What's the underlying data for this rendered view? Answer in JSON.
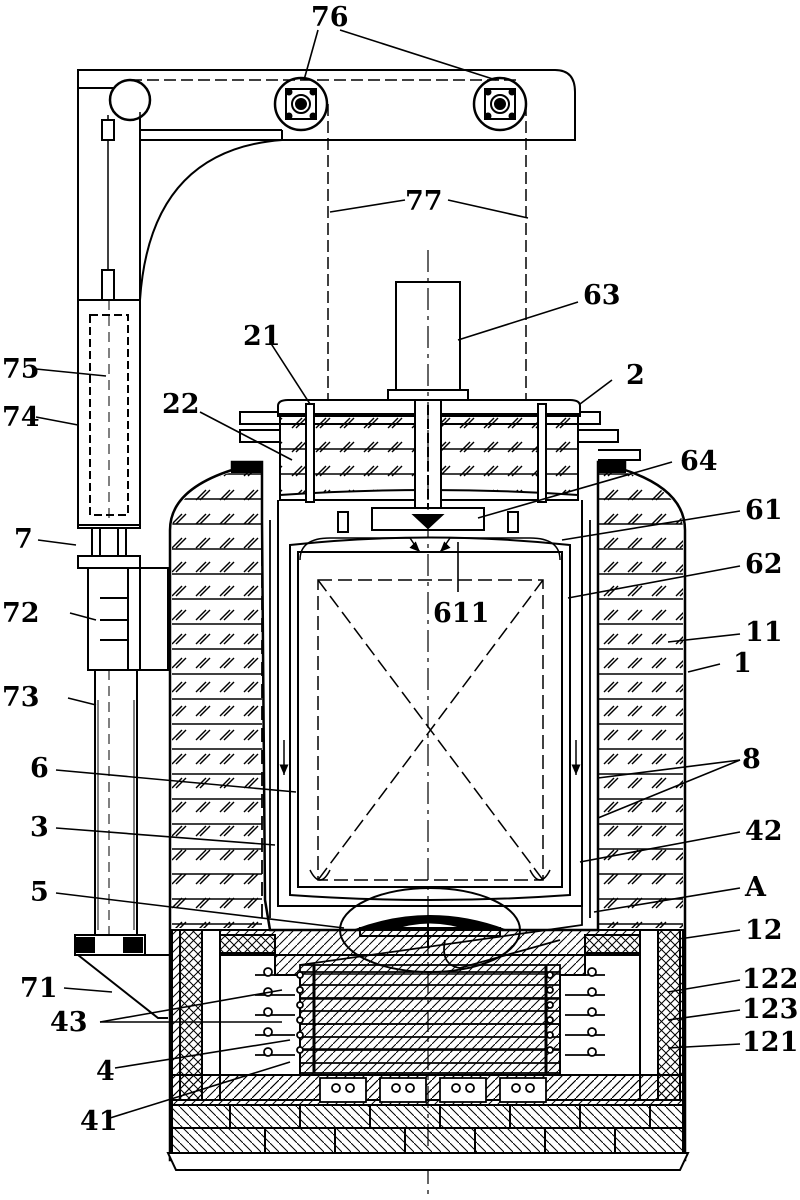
{
  "labels": {
    "l76": "76",
    "l77": "77",
    "l63": "63",
    "l21": "21",
    "l2": "2",
    "l22": "22",
    "l75": "75",
    "l74": "74",
    "l64": "64",
    "l61": "61",
    "l7": "7",
    "l62": "62",
    "l611": "611",
    "l72": "72",
    "l11": "11",
    "l1": "1",
    "l73": "73",
    "l8": "8",
    "l6": "6",
    "l3": "3",
    "l42": "42",
    "lA": "A",
    "l5": "5",
    "l12": "12",
    "l71": "71",
    "l122": "122",
    "l43": "43",
    "l123": "123",
    "l121": "121",
    "l4": "4",
    "l41": "41"
  }
}
